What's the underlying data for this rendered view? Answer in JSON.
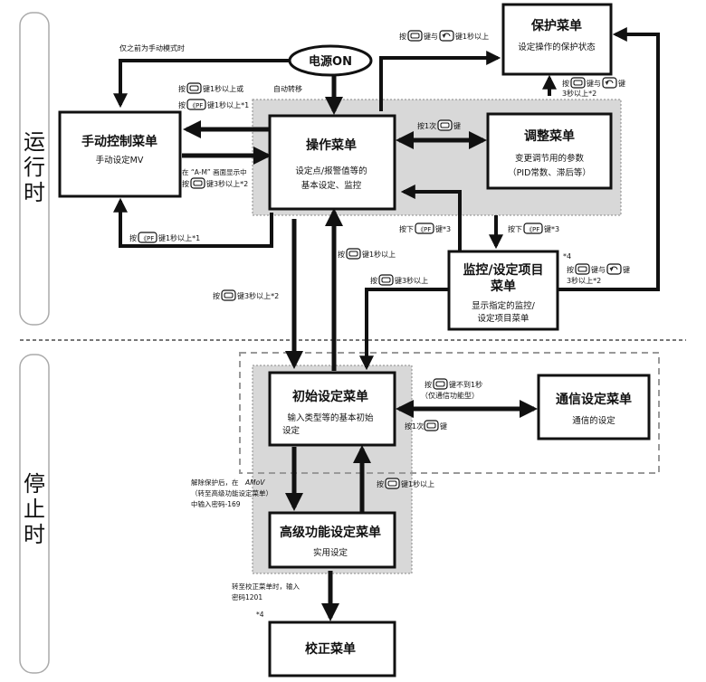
{
  "side_labels": {
    "running": [
      "运",
      "行",
      "时"
    ],
    "stopped": [
      "停",
      "止",
      "时"
    ]
  },
  "nodes": {
    "power_on": "电源ON",
    "protect": {
      "title": "保护菜单",
      "desc": "设定操作的保护状态"
    },
    "manual": {
      "title": "手动控制菜单",
      "desc": "手动设定MV"
    },
    "operation": {
      "title": "操作菜单",
      "desc1": "设定点/报警值等的",
      "desc2": "基本设定、监控"
    },
    "adjust": {
      "title": "调整菜单",
      "desc1": "变更调节用的参数",
      "desc2": "（PID常数、滞后等）"
    },
    "monitor": {
      "title1": "监控/设定项目",
      "title2": "菜单",
      "desc1": "显示指定的监控/",
      "desc2": "设定项目菜单"
    },
    "initial": {
      "title": "初始设定菜单",
      "desc1": "输入类型等的基本初始",
      "desc2": "设定"
    },
    "comm": {
      "title": "通信设定菜单",
      "desc": "通信的设定"
    },
    "advanced": {
      "title": "高级功能设定菜单",
      "desc": "实用设定"
    },
    "calib": {
      "title": "校正菜单"
    }
  },
  "labels": {
    "prev_manual": "仅之前为手动模式时",
    "auto_trans": "自动转移",
    "to_protect_pre": "按",
    "to_protect_mid": "键与",
    "to_protect_post": "键1秒以上",
    "to_manual_1_pre": "按",
    "to_manual_1_post": "键1秒以上或",
    "to_manual_2_pre": "按",
    "to_manual_2_post": "键1秒以上*1",
    "am_display": "在 “A-M” 画面显示中",
    "am_key_pre": "按",
    "am_key_post": "键3秒以上*2",
    "manual_back_pre": "按",
    "manual_back_post": "键1秒以上*1",
    "once_adjust_pre": "按1次",
    "once_adjust_post": "键",
    "protect_back_pre": "按",
    "protect_back_mid": "键与",
    "protect_back_post": "键",
    "protect_back_2": "3秒以上*2",
    "monitor_to_op_pre": "按下",
    "monitor_to_op_post": "键*3",
    "adjust_to_monitor_pre": "按下",
    "adjust_to_monitor_post": "键*3",
    "star4_monitor": "*4",
    "monitor_protect_pre": "按",
    "monitor_protect_mid": "键与",
    "monitor_protect_post": "键",
    "monitor_protect_2": "3秒以上*2",
    "init_to_op_pre": "按",
    "init_to_op_post": "键1秒以上",
    "op_to_init_pre": "按",
    "op_to_init_post": "键3秒以上*2",
    "monitor_to_init_pre": "按",
    "monitor_to_init_post": "键3秒以上",
    "comm_key_pre": "按",
    "comm_key_post": "键不到1秒",
    "comm_key_2": "（仅通信功能型）",
    "comm_once_pre": "按1次",
    "comm_once_post": "键",
    "adv_back_pre": "按",
    "adv_back_post": "键1秒以上",
    "release_1": "解除保护后，在",
    "release_code": "AMoV",
    "release_2": "（转至高级功能设定菜单）",
    "release_3": "中输入密码-169",
    "calib_1": "转至校正菜单时，输入",
    "calib_2": "密码1201",
    "star4_calib": "*4"
  },
  "keys": {
    "mode": "▭",
    "pf": "《PF",
    "loop": "⟲"
  }
}
